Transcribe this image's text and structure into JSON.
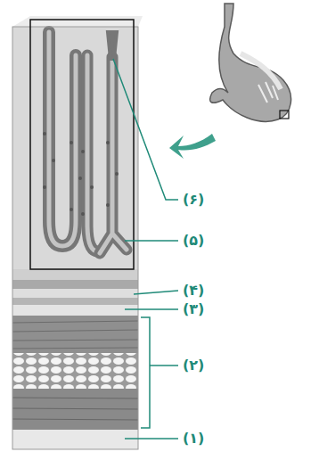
{
  "diagram": {
    "labels": [
      "(۶)",
      "(۵)",
      "(۴)",
      "(۳)",
      "(۲)",
      "(۱)"
    ]
  }
}
